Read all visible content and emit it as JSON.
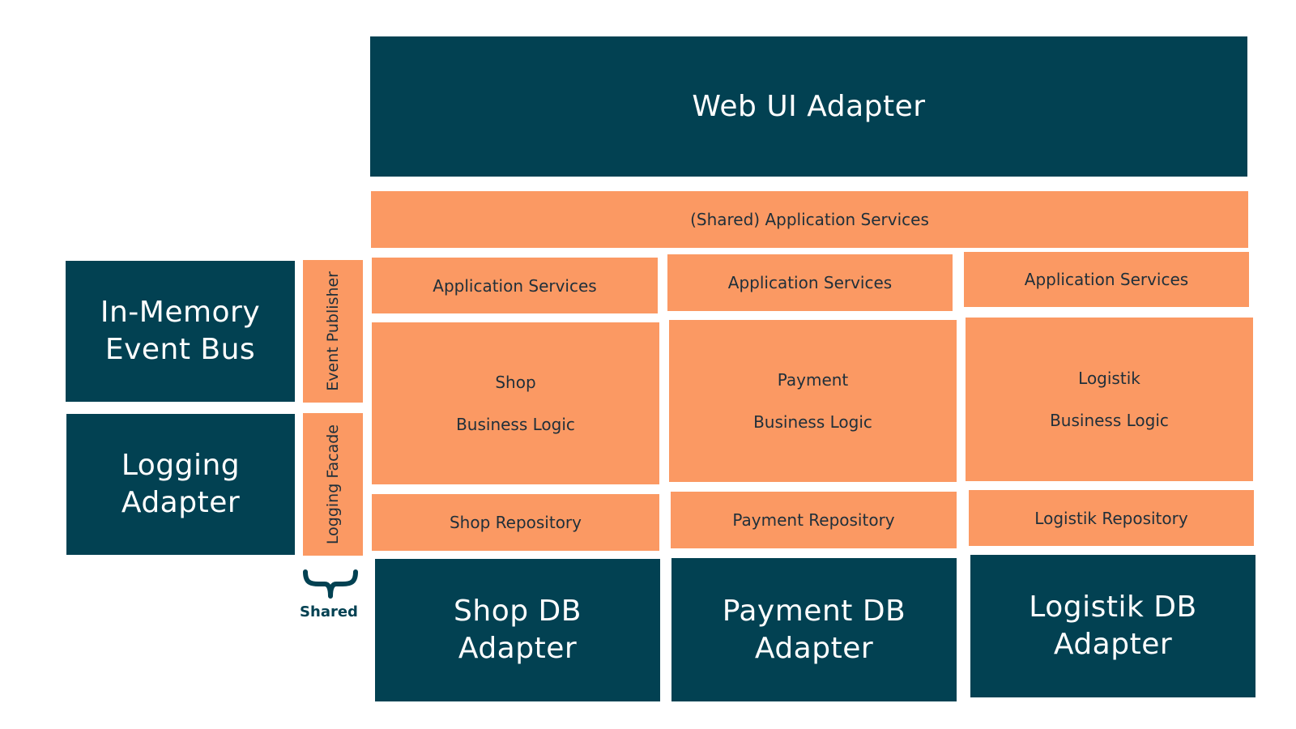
{
  "top_adapter": {
    "label": "Web UI Adapter"
  },
  "shared_services": {
    "label": "(Shared) Application Services"
  },
  "left_adapters": {
    "event_bus": {
      "line1": "In-Memory",
      "line2": "Event Bus"
    },
    "logging": {
      "line1": "Logging",
      "line2": "Adapter"
    }
  },
  "ports": {
    "event_publisher": "Event Publisher",
    "logging_facade": "Logging Facade"
  },
  "shared_group": {
    "label": "Shared",
    "icon": "curly-brace-icon"
  },
  "modules": [
    {
      "app_services": "Application Services",
      "name": "Shop",
      "logic": "Business Logic",
      "repository": "Shop Repository",
      "db_line1": "Shop DB",
      "db_line2": "Adapter"
    },
    {
      "app_services": "Application Services",
      "name": "Payment",
      "logic": "Business Logic",
      "repository": "Payment Repository",
      "db_line1": "Payment DB",
      "db_line2": "Adapter"
    },
    {
      "app_services": "Application Services",
      "name": "Logistik",
      "logic": "Business Logic",
      "repository": "Logistik Repository",
      "db_line1": "Logistik DB",
      "db_line2": "Adapter"
    }
  ],
  "colors": {
    "dark": "#024152",
    "orange": "#fb9963",
    "text_dark": "#1f2f3a"
  }
}
